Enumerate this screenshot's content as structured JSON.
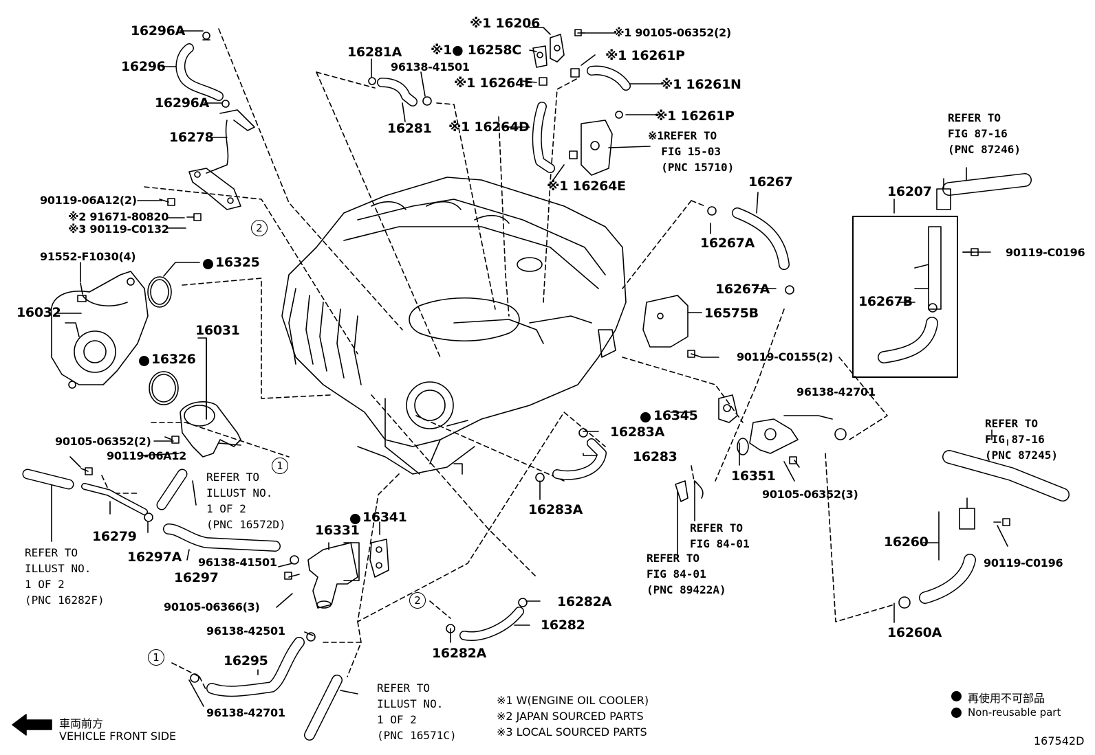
{
  "parts": {
    "p16296A_top": "16296A",
    "p16296": "16296",
    "p16296A_mid": "16296A",
    "p16278": "16278",
    "p90119_06A12_2": "90119-06A12(2)",
    "p91671": "※2 91671-80820",
    "p90119_C0132": "※3 90119-C0132",
    "p91552": "91552-F1030(4)",
    "p16032": "16032",
    "p16325": "16325",
    "p16031": "16031",
    "p16326": "16326",
    "p90105_06352_2": "90105-06352(2)",
    "p90119_06A12": "90119-06A12",
    "p16279": "16279",
    "p16297A": "16297A",
    "p16297": "16297",
    "p96138_41501_b": "96138-41501",
    "p16331": "16331",
    "p16341": "16341",
    "p90105_06366": "90105-06366(3)",
    "p96138_42501": "96138-42501",
    "p16295": "16295",
    "p96138_42701_b": "96138-42701",
    "p16281A": "16281A",
    "p96138_41501_t": "96138-41501",
    "p16281": "16281",
    "p16206": "※1 16206",
    "p16258C": "※1● 16258C",
    "p90105_06352_2b": "※1 90105-06352(2)",
    "p16261P_a": "※1 16261P",
    "p16264E_a": "※1 16264E",
    "p16261N": "※1 16261N",
    "p16261P_b": "※1 16261P",
    "p16264D": "※1 16264D",
    "p16264E_b": "※1 16264E",
    "p16267": "16267",
    "p16267A_a": "16267A",
    "p16267A_b": "16267A",
    "p16575B": "16575B",
    "p90119_C0155": "90119-C0155(2)",
    "p16345": "16345",
    "p16283A_a": "16283A",
    "p16283": "16283",
    "p16283A_b": "16283A",
    "p96138_42701_r": "96138-42701",
    "p16351": "16351",
    "p90105_06352_3": "90105-06352(3)",
    "p16282A_a": "16282A",
    "p16282": "16282",
    "p16282A_b": "16282A",
    "p16207": "16207",
    "p90119_C0196_a": "90119-C0196",
    "p16267B": "16267B",
    "p16260": "16260",
    "p90119_C0196_b": "90119-C0196",
    "p16260A": "16260A"
  },
  "refs": {
    "r_87246": "REFER TO\nFIG 87-16\n(PNC 87246)",
    "r_15710": "※1REFER TO\n  FIG 15-03\n  (PNC 15710)",
    "r_16572D": "REFER TO\nILLUST NO.\n1 OF 2\n(PNC 16572D)",
    "r_16282F": "REFER TO\nILLUST NO.\n1 OF 2\n(PNC 16282F)",
    "r_16571C": "REFER TO\nILLUST NO.\n1 OF 2\n(PNC 16571C)",
    "r_8401": "REFER TO\nFIG 84-01",
    "r_89422A": "REFER TO\nFIG 84-01\n(PNC 89422A)",
    "r_87245": "REFER TO\nFIG 87-16\n(PNC 87245)"
  },
  "circle_markers": {
    "c1_a": "1",
    "c2_a": "2",
    "c2_b": "2",
    "c1_b": "1"
  },
  "notes": {
    "n1": "※1 W(ENGINE OIL COOLER)",
    "n2": "※2 JAPAN SOURCED PARTS",
    "n3": "※3 LOCAL SOURCED PARTS"
  },
  "legend": {
    "jp": "再使用不可部品",
    "en": "Non-reusable part"
  },
  "front": {
    "jp": "車両前方",
    "en": "VEHICLE FRONT SIDE"
  },
  "figure_id": "167542D"
}
